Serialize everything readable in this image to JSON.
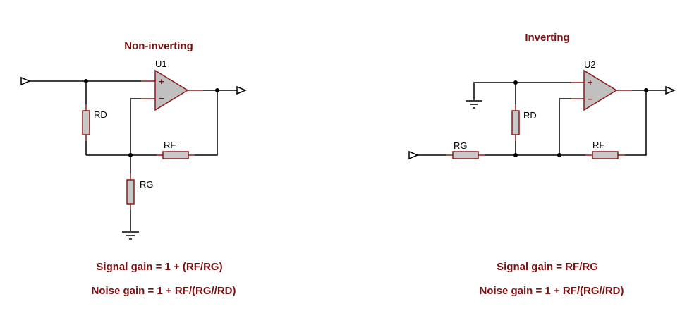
{
  "non_inverting": {
    "title": "Non-inverting",
    "opamp_ref": "U1",
    "plus_sign": "+",
    "minus_sign": "−",
    "rd_label": "RD",
    "rf_label": "RF",
    "rg_label": "RG",
    "signal_gain": "Signal gain = 1 + (RF/RG)",
    "noise_gain": "Noise gain = 1 + RF/(RG//RD)"
  },
  "inverting": {
    "title": "Inverting",
    "opamp_ref": "U2",
    "plus_sign": "+",
    "minus_sign": "−",
    "rd_label": "RD",
    "rf_label": "RF",
    "rg_label": "RG",
    "signal_gain": "Signal gain = RF/RG",
    "noise_gain": "Noise gain = 1 + RF/(RG//RD)"
  },
  "colors": {
    "component_outline": "#8b1a1a",
    "component_fill": "#c0c0c0",
    "text_accent": "#7b1010"
  }
}
